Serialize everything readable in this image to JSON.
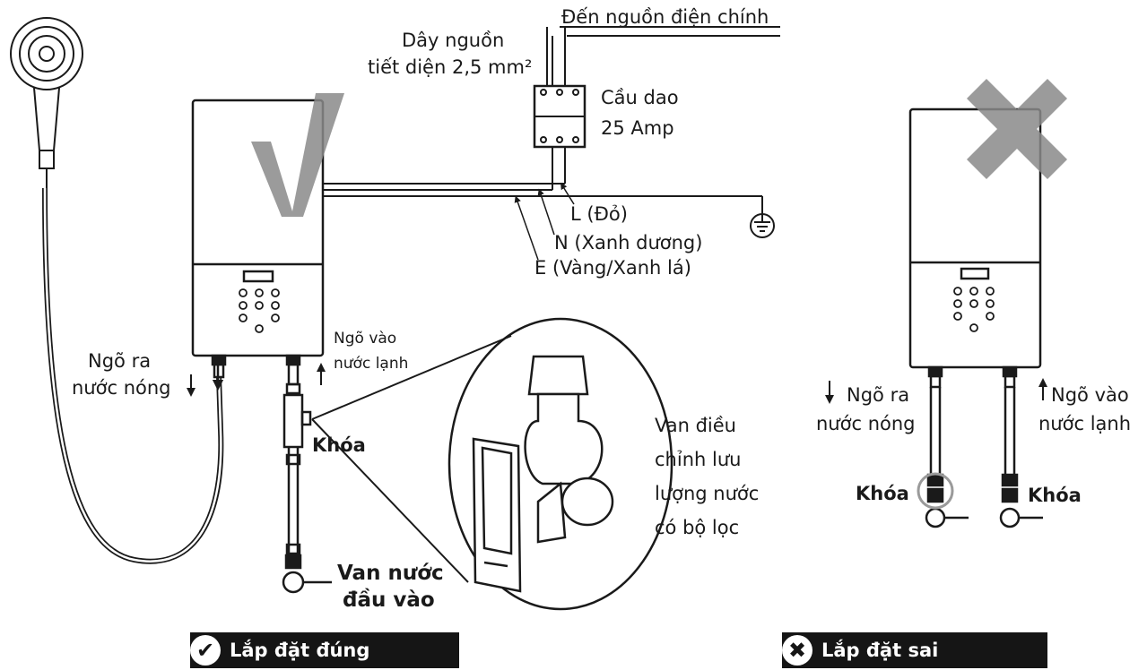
{
  "correct": {
    "labels": {
      "power_cable_line1": "Dây nguồn",
      "power_cable_line2": "tiết diện 2,5 mm²",
      "main_power": "Đến nguồn điện chính",
      "breaker_line1": "Cầu dao",
      "breaker_line2": "25 Amp",
      "wire_l": "L (Đỏ)",
      "wire_n": "N (Xanh dương)",
      "wire_e": "E (Vàng/Xanh lá)",
      "hot_out_line1": "Ngõ ra",
      "hot_out_line2": "nước nóng",
      "cold_in_line1": "Ngõ vào",
      "cold_in_line2": "nước lạnh",
      "lock": "Khóa",
      "inlet_valve_line1": "Van nước",
      "inlet_valve_line2": "đầu vào",
      "flow_valve_line1": "Van điều",
      "flow_valve_line2": "chỉnh lưu",
      "flow_valve_line3": "lượng nước",
      "flow_valve_line4": "có bộ lọc"
    },
    "banner": "Lắp đặt đúng",
    "mark_icon": "check-icon"
  },
  "wrong": {
    "labels": {
      "hot_out_line1": "Ngõ ra",
      "hot_out_line2": "nước nóng",
      "cold_in_line1": "Ngõ vào",
      "cold_in_line2": "nước lạnh",
      "lock_left": "Khóa",
      "lock_right": "Khóa"
    },
    "banner": "Lắp đặt sai",
    "mark_icon": "cross-icon"
  },
  "colors": {
    "ink": "#1a1a1a",
    "mark_gray": "#8a8a8a",
    "banner_bg": "#151515",
    "warn_circle": "#9a9a9a"
  }
}
